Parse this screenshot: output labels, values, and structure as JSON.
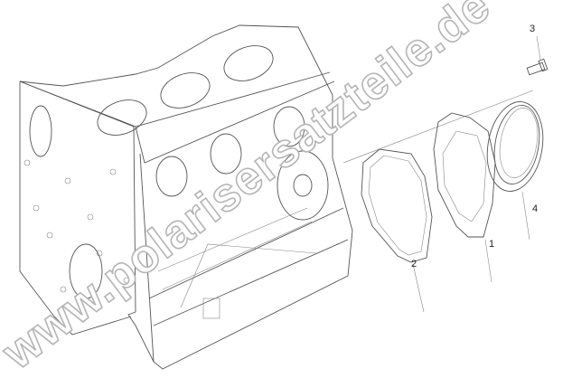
{
  "diagram": {
    "callouts": [
      {
        "id": "3",
        "label": "3",
        "part": "bolt"
      },
      {
        "id": "2",
        "label": "2",
        "part": "gasket"
      },
      {
        "id": "1",
        "label": "1",
        "part": "cover-plate"
      },
      {
        "id": "4",
        "label": "4",
        "part": "oil-seal"
      }
    ]
  },
  "watermark": "www.polarisersatzteile.de"
}
